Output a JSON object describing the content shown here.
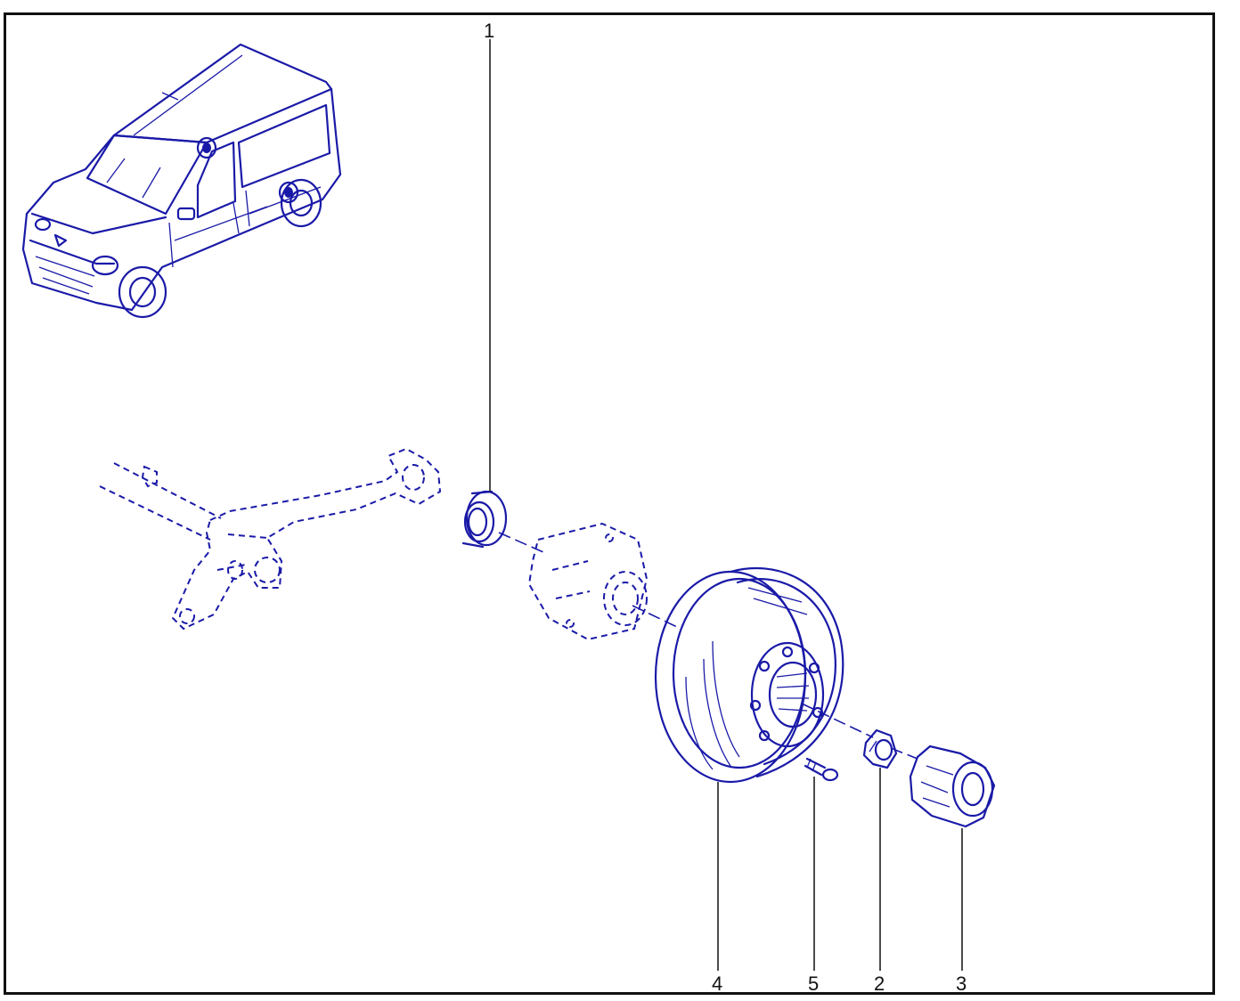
{
  "colors": {
    "line": "#1a1aa8",
    "frame": "#111111",
    "leader": "#111111",
    "background": "#ffffff"
  },
  "callouts": [
    {
      "label": "1"
    },
    {
      "label": "4"
    },
    {
      "label": "5"
    },
    {
      "label": "2"
    },
    {
      "label": "3"
    }
  ]
}
